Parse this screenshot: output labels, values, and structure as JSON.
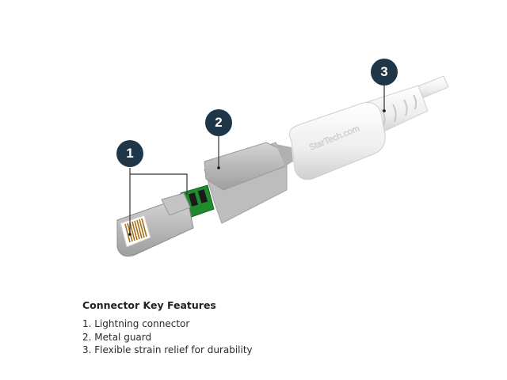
{
  "diagram": {
    "brand_text": "StarTech.com",
    "callouts": [
      {
        "number": "1",
        "target": "Lightning connector"
      },
      {
        "number": "2",
        "target": "Metal guard"
      },
      {
        "number": "3",
        "target": "Flexible strain relief"
      }
    ],
    "colors": {
      "callout_fill": "#1f3548",
      "connector_gray": "#b9b9b9",
      "pcb_green": "#1f8a2e",
      "contacts_gold": "#a8701e",
      "cable_white": "#f3f3f3"
    }
  },
  "features": {
    "title": "Connector Key Features",
    "items": [
      "1. Lightning connector",
      "2. Metal guard",
      "3. Flexible strain relief for durability"
    ]
  }
}
